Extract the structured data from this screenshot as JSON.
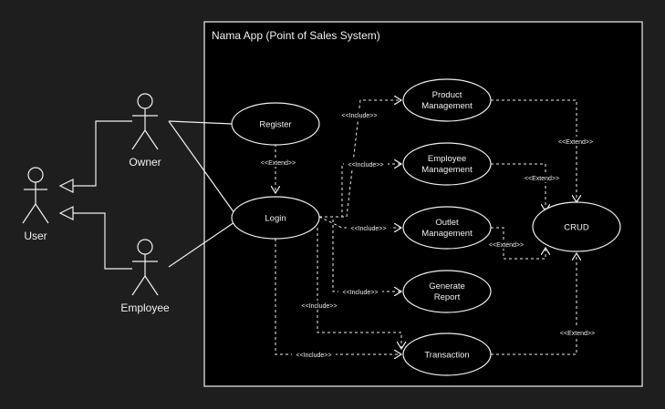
{
  "system": {
    "title": "Nama App (Point of Sales System)"
  },
  "actors": {
    "user": "User",
    "owner": "Owner",
    "employee": "Employee"
  },
  "usecases": {
    "register": [
      "Register"
    ],
    "login": [
      "Login"
    ],
    "product": [
      "Product",
      "Management"
    ],
    "employee_mgmt": [
      "Employee",
      "Management"
    ],
    "outlet": [
      "Outlet",
      "Management"
    ],
    "report": [
      "Generate",
      "Report"
    ],
    "transaction": [
      "Transaction"
    ],
    "crud": [
      "CRUD"
    ]
  },
  "labels": {
    "include": "<<Include>>",
    "extend": "<<Extend>>"
  },
  "colors": {
    "background": "#1e1e1e",
    "system_fill": "#000000",
    "line": "#f0f0f0"
  }
}
